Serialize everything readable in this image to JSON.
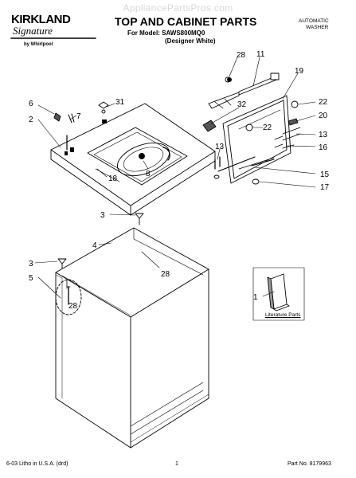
{
  "watermark": "AppliancePartsPros.com",
  "brand": {
    "name": "KIRKLAND",
    "script": "Signature",
    "maker": "by Whirlpool"
  },
  "header": {
    "title": "TOP AND CABINET PARTS",
    "model_line": "For Model: SAWS800MQ0",
    "variant": "(Designer White)",
    "category_line1": "AUTOMATIC",
    "category_line2": "WASHER"
  },
  "footer": {
    "left": "6-03 Litho in U.S.A. (drd)",
    "center": "1",
    "right": "Part No. 8179963"
  },
  "literature_label": "Literature Parts",
  "callouts": [
    "28",
    "11",
    "19",
    "6",
    "31",
    "32",
    "22",
    "7",
    "22",
    "20",
    "2",
    "13",
    "13",
    "16",
    "18",
    "8",
    "15",
    "17",
    "3",
    "4",
    "28",
    "3",
    "5",
    "28",
    "1"
  ]
}
